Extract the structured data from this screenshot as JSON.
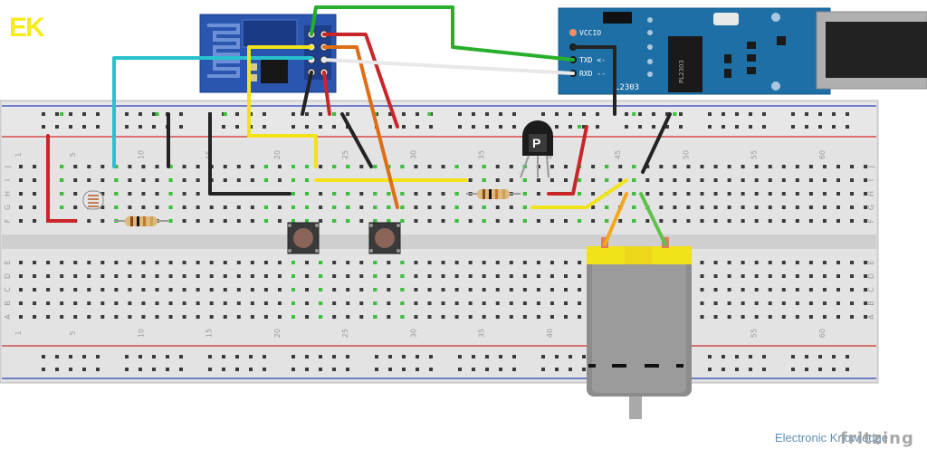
{
  "logo": {
    "text": "EK",
    "color": "#f5ec1a"
  },
  "footer": {
    "credit": "Electronic Knowledge",
    "watermark": "fritzing"
  },
  "breadboard": {
    "column_numbers": [
      "1",
      "5",
      "10",
      "15",
      "20",
      "25",
      "30",
      "35",
      "40",
      "45",
      "50",
      "55",
      "60"
    ],
    "row_letters_top": [
      "J",
      "I",
      "H",
      "G",
      "F"
    ],
    "row_letters_bottom": [
      "E",
      "D",
      "C",
      "B",
      "A"
    ]
  },
  "usb_ttl": {
    "pin_vcc": "VCCIO",
    "pin_txd": "TXD <-",
    "pin_rxd": "RXD --",
    "label": "L2303",
    "chip": "PL2303"
  },
  "transistor": {
    "label": "P"
  },
  "colors": {
    "red": "#c8262a",
    "black": "#232323",
    "yellow": "#f2e21a",
    "orange": "#dd6e16",
    "green": "#27ae2b",
    "cyan": "#28c2cf",
    "white": "#e8e8e8",
    "esp_blue": "#2a56b0",
    "usb_blue": "#1e6fa6"
  }
}
